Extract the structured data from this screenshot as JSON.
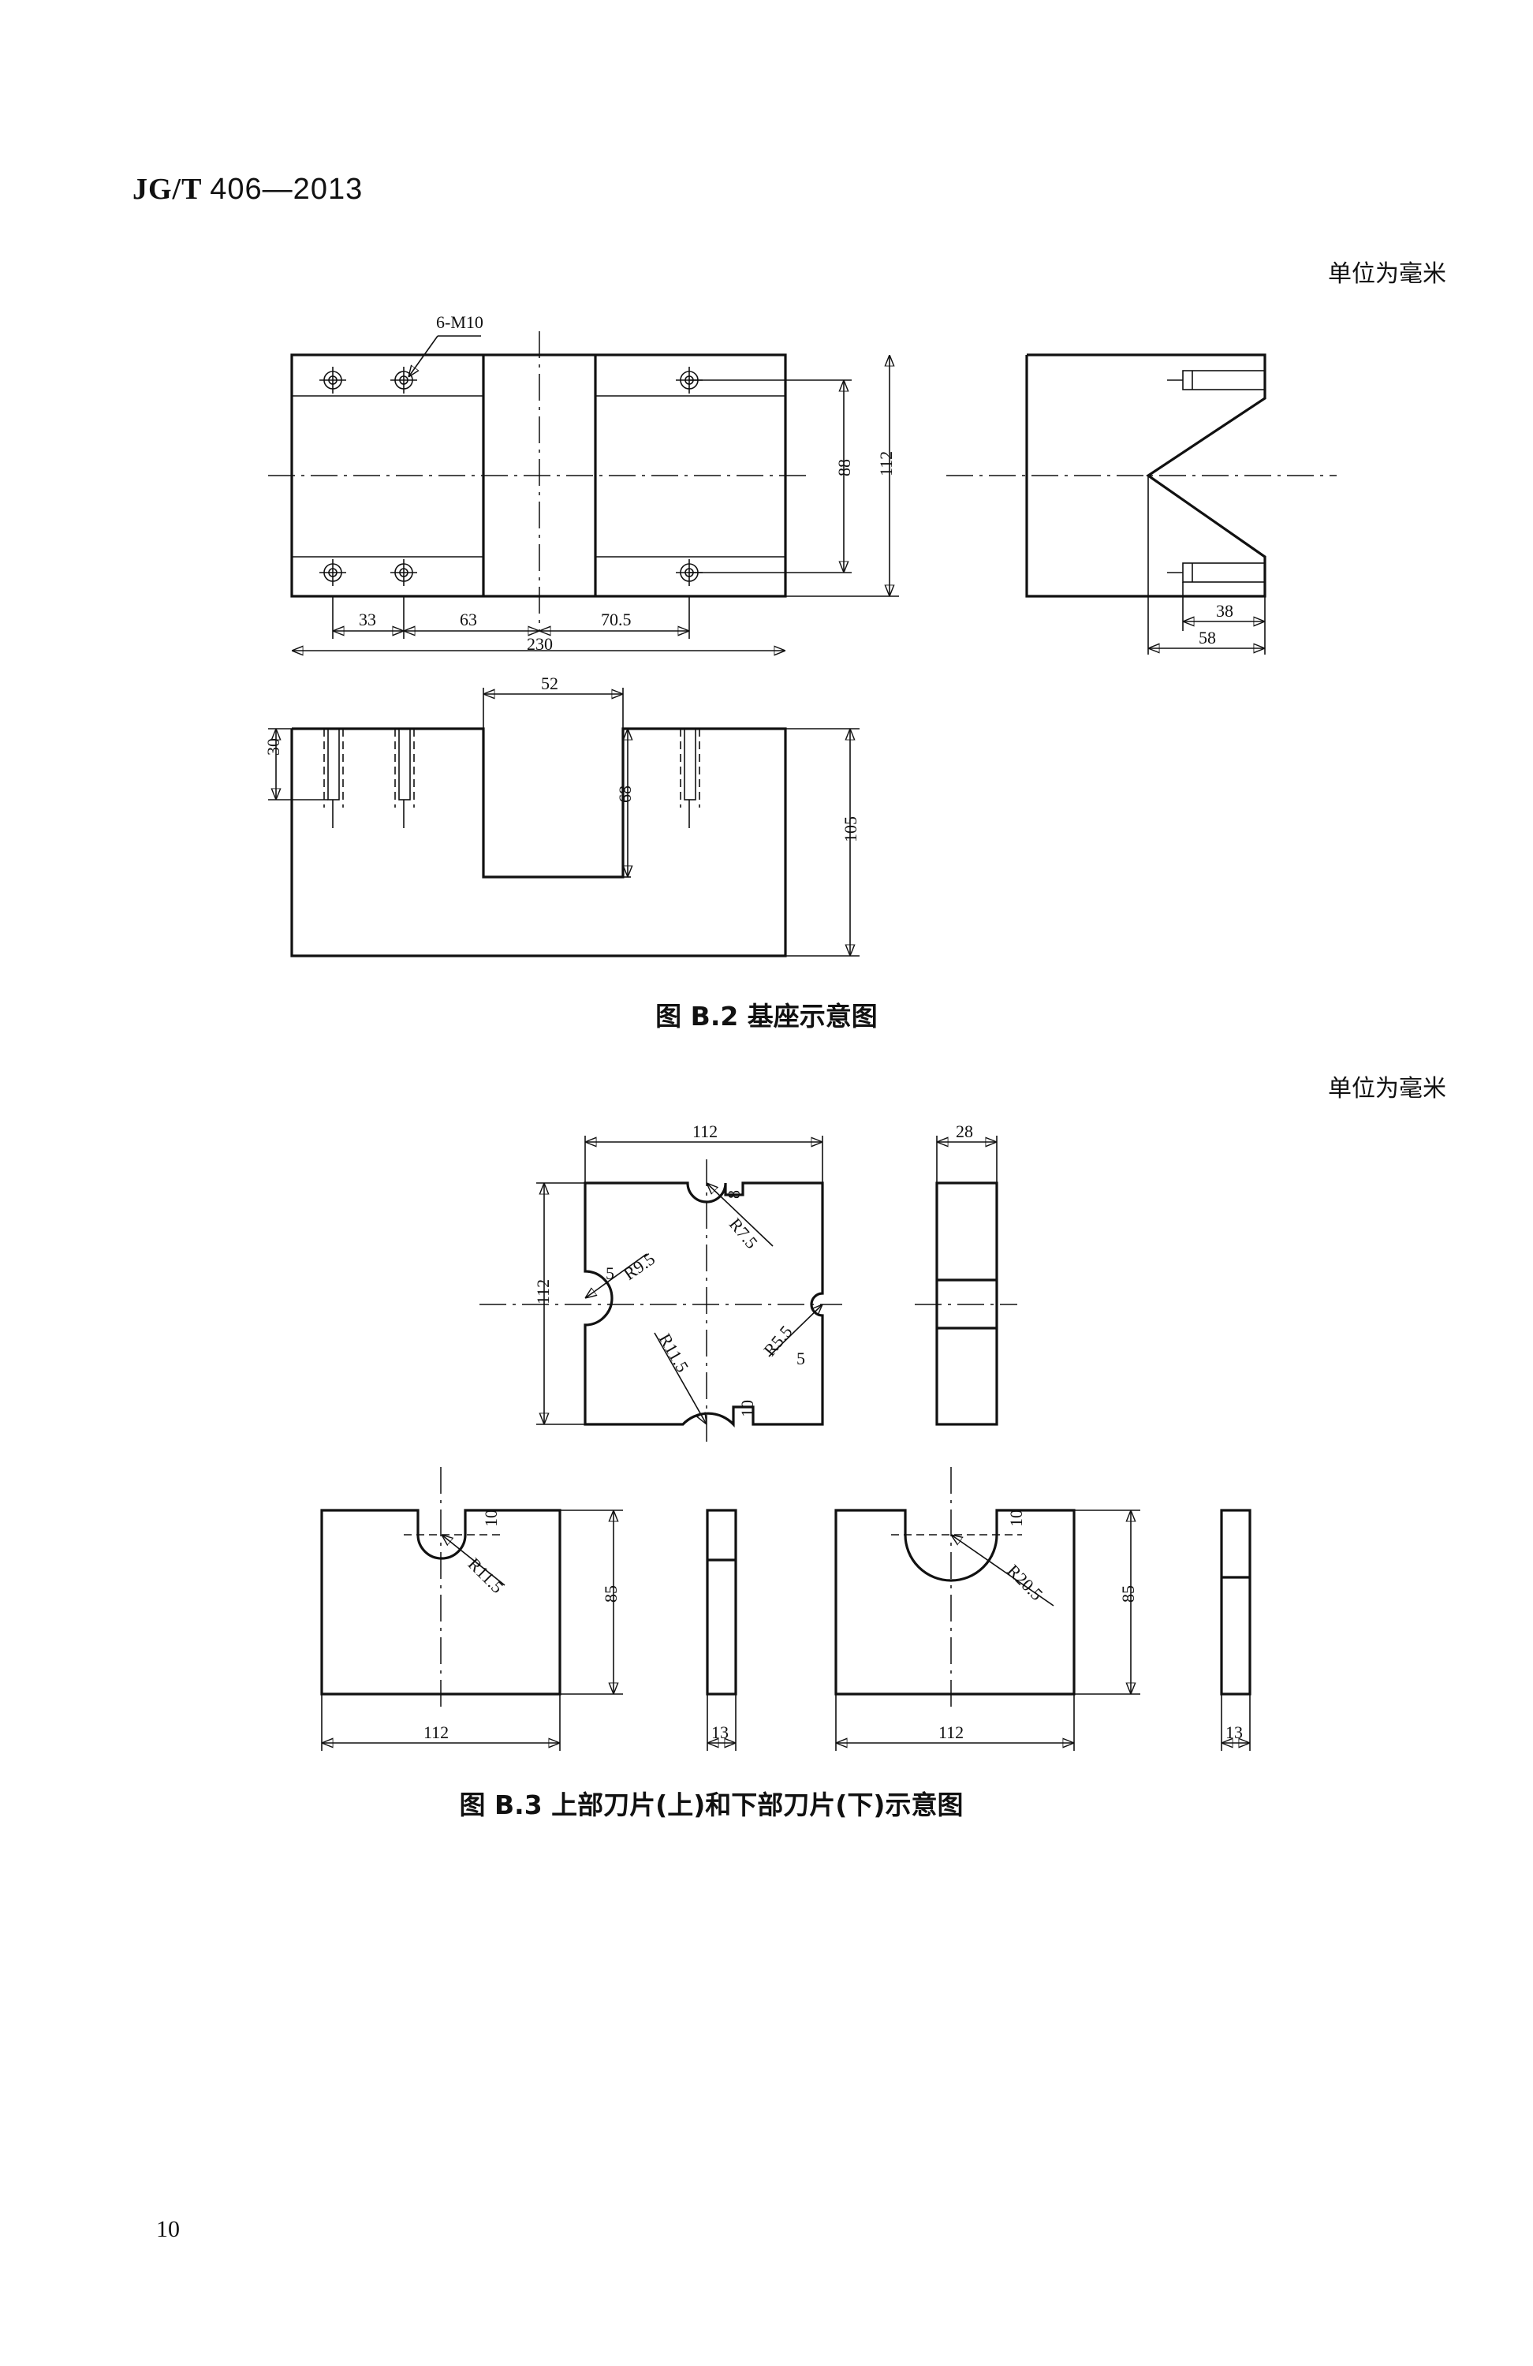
{
  "header": {
    "std_prefix": "JG/T",
    "std_number": "406—2013"
  },
  "unit_note_1": "单位为毫米",
  "unit_note_2": "单位为毫米",
  "figure_b2": {
    "caption": "图 B.2   基座示意图",
    "labels": {
      "thread": "6-M10",
      "d33": "33",
      "d63": "63",
      "d70_5": "70.5",
      "d230": "230",
      "d88": "88",
      "d112": "112",
      "d38": "38",
      "d58": "58",
      "d52": "52",
      "d30": "30",
      "d68": "68",
      "d105": "105"
    }
  },
  "figure_b3": {
    "caption": "图 B.3   上部刀片(上)和下部刀片(下)示意图",
    "labels": {
      "top_112": "112",
      "top_28": "28",
      "left_112": "112",
      "r7_5": "R7.5",
      "d8": "8",
      "d5a": "5",
      "r9_5": "R9.5",
      "r5_5": "R5.5",
      "d5b": "5",
      "r11_5": "R11.5",
      "d10": "10",
      "u_10": "10",
      "u_r11_5": "R11.5",
      "u_85": "85",
      "u_112": "112",
      "u_13": "13",
      "l_10": "10",
      "l_r20_5": "R20.5",
      "l_85": "85",
      "l_112": "112",
      "l_13": "13"
    }
  },
  "page_number": "10"
}
